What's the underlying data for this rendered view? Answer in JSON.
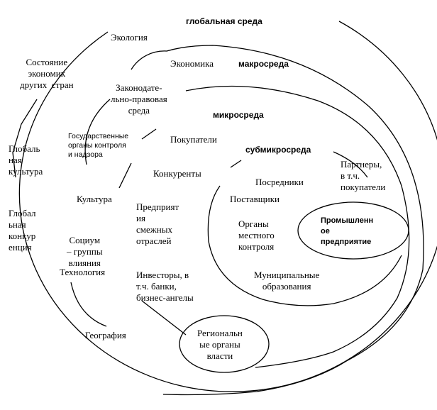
{
  "levels": {
    "global": "глобальная среда",
    "macro": "макросреда",
    "micro": "микросреда",
    "submicro": "субмикросреда"
  },
  "global": {
    "ecology": "Экология",
    "other_economies": "Состояние\nэкономик\nдругих  стран",
    "culture": "Глобаль\nная\nкультура",
    "competition": "Глобал\nьная\nконкур\nенция",
    "technology": "Технология",
    "geography": "География"
  },
  "macro": {
    "economy": "Экономика",
    "legal": "Законодате-\nльно-правовая\nсреда",
    "state_bodies": "Государственные\nорганы контроля\nи надзора",
    "culture": "Культура",
    "society": "Социум\n– группы\nвлияния"
  },
  "micro": {
    "buyers": "Покупатели",
    "competitors": "Конкуренты",
    "related_enterprises": "Предприят\nия\nсмежных\nотраслей",
    "investors": "Инвесторы, в\nт.ч. банки,\nбизнес-ангелы",
    "partners": "Партнеры,\nв т.ч.\nпокупатели",
    "regional_bodies": "Региональн\nые органы\nвласти"
  },
  "submicro": {
    "intermediaries": "Посредники",
    "suppliers": "Поставщики",
    "local_bodies": "Органы\nместного\nконтроля",
    "municipal": "Муниципальные\nобразования"
  },
  "enterprise": "Промышленн\nое\nпредприятие",
  "colors": {
    "stroke": "#000000",
    "background": "#ffffff"
  }
}
